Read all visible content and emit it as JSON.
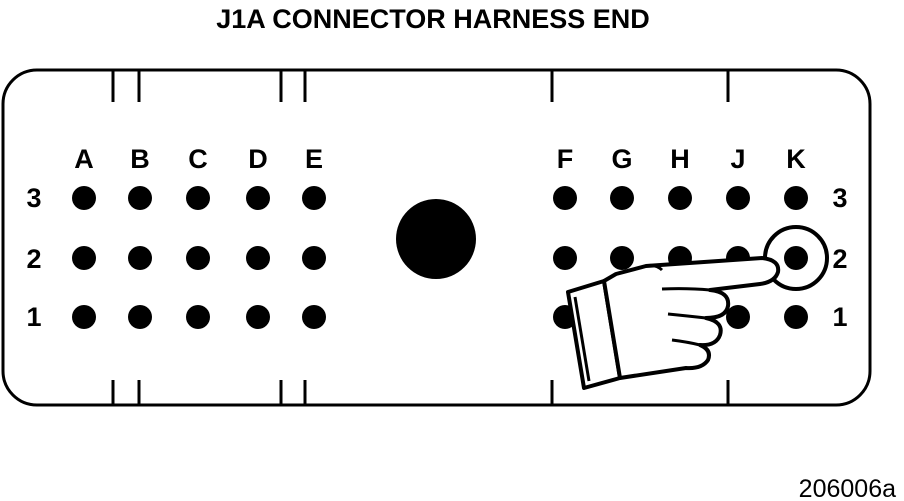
{
  "title": "J1A CONNECTOR HARNESS END",
  "figure_id": "206006a",
  "left_block": {
    "columns": [
      "A",
      "B",
      "C",
      "D",
      "E"
    ]
  },
  "right_block": {
    "columns": [
      "F",
      "G",
      "H",
      "J",
      "K"
    ]
  },
  "rows": [
    "3",
    "2",
    "1"
  ],
  "highlighted_pin": {
    "column": "K",
    "row": "2"
  }
}
